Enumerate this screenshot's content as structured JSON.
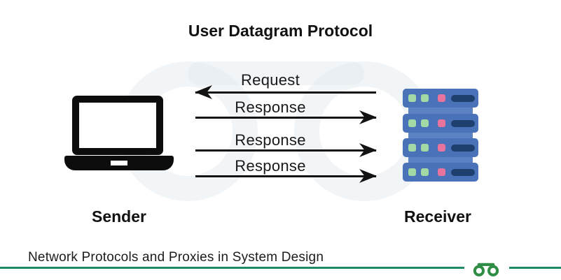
{
  "title": "User Datagram Protocol",
  "nodes": {
    "sender": {
      "label": "Sender"
    },
    "receiver": {
      "label": "Receiver"
    }
  },
  "messages": [
    {
      "label": "Request",
      "direction": "left"
    },
    {
      "label": "Response",
      "direction": "right"
    },
    {
      "label": "Response",
      "direction": "right"
    },
    {
      "label": "Response",
      "direction": "right"
    }
  ],
  "caption": "Network Protocols and Proxies in System Design",
  "icons": {
    "sender": "laptop-icon",
    "receiver": "server-rack-icon",
    "branding": "geeksforgeeks-logo-icon"
  },
  "colors": {
    "arrow": "#131313",
    "laptop": "#0d0d0d",
    "server_unit": "#4a72b8",
    "server_spine": "#5d82c3",
    "server_led_green": "#a3d9a5",
    "server_led_pink": "#e8739c",
    "server_bar": "#1f3f6e",
    "footer_line": "#1f8a63",
    "logo_green": "#2f8d46"
  }
}
